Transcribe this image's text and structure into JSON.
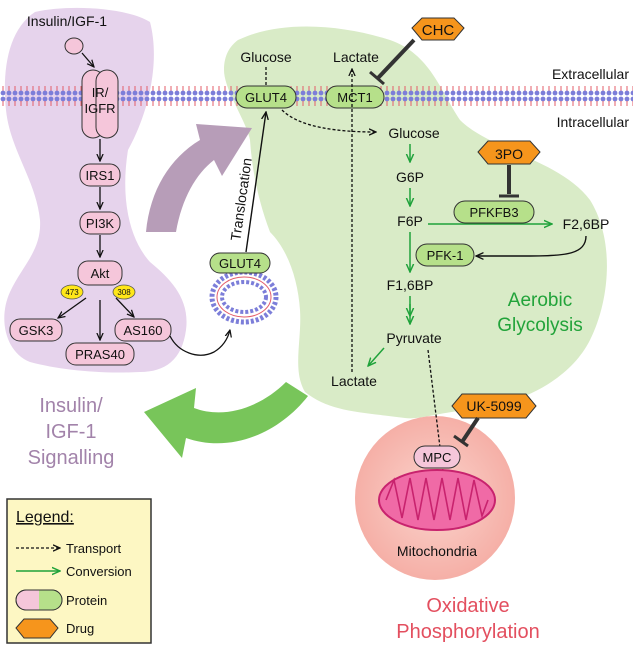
{
  "insulin_panel": {
    "ligand": "Insulin/IGF-1",
    "receptor_line1": "IR/",
    "receptor_line2": "IGFR",
    "irs1": "IRS1",
    "pi3k": "PI3K",
    "akt": "Akt",
    "site_473": "473",
    "site_308": "308",
    "gsk3": "GSK3",
    "as160": "AS160",
    "pras40": "PRAS40",
    "title_line1": "Insulin/",
    "title_line2": "IGF-1",
    "title_line3": "Signalling"
  },
  "membrane": {
    "extracellular": "Extracellular",
    "intracellular": "Intracellular"
  },
  "glycolysis": {
    "glucose_out": "Glucose",
    "lactate_out": "Lactate",
    "glut4": "GLUT4",
    "mct1": "MCT1",
    "glucose_in": "Glucose",
    "g6p": "G6P",
    "f6p": "F6P",
    "pfkfb3": "PFKFB3",
    "f26bp": "F2,6BP",
    "pfk1": "PFK-1",
    "f16bp": "F1,6BP",
    "pyruvate": "Pyruvate",
    "lactate_in": "Lactate",
    "title_line1": "Aerobic",
    "title_line2": "Glycolysis"
  },
  "vesicle": {
    "glut4": "GLUT4",
    "translocation": "Translocation"
  },
  "drugs": {
    "chc": "CHC",
    "three_po": "3PO",
    "uk5099": "UK-5099"
  },
  "oxphos": {
    "mpc": "MPC",
    "mitochondria": "Mitochondria",
    "title_line1": "Oxidative",
    "title_line2": "Phosphorylation"
  },
  "legend": {
    "title": "Legend:",
    "transport": "Transport",
    "conversion": "Conversion",
    "protein": "Protein",
    "drug": "Drug"
  },
  "colors": {
    "insulin_bg": "#e6d3ec",
    "insulin_text": "#a283aa",
    "protein_pink": "#f5c6da",
    "glyco_bg": "#d9ebc7",
    "glyco_text": "#22a33a",
    "protein_green": "#b6e08a",
    "oxphos_bg": "#f6bcb3",
    "oxphos_text": "#e34f5f",
    "mito": "#f06aa6",
    "drug_orange": "#f6951c",
    "legend_bg": "#fdf7c3",
    "site_yellow": "#ffe719",
    "conversion_green": "#1fa23a",
    "big_arrow_green": "#78c55a",
    "big_arrow_purple": "#b79db8"
  }
}
